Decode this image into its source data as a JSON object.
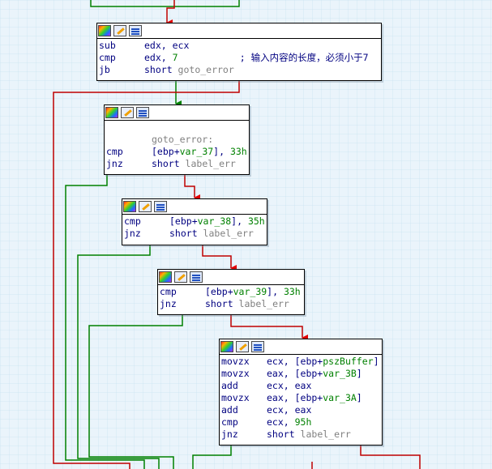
{
  "colors": {
    "true_edge": "#c00000",
    "false_edge": "#008000",
    "text": "#000080",
    "number": "#008000",
    "label_ref": "#808080"
  },
  "icons": [
    "color-icon",
    "edit-icon",
    "graph-icon"
  ],
  "blocks": [
    {
      "id": "b1",
      "lines": [
        {
          "mn": "sub",
          "ops": [
            {
              "t": "edx, ecx",
              "c": "ops"
            }
          ]
        },
        {
          "mn": "cmp",
          "ops": [
            {
              "t": "edx, ",
              "c": "ops"
            },
            {
              "t": "7",
              "c": "num"
            },
            {
              "t": "           ; 输入内容的长度，必须小于7",
              "c": "cmt"
            }
          ]
        },
        {
          "mn": "jb",
          "ops": [
            {
              "t": "short ",
              "c": "ops"
            },
            {
              "t": "goto_error",
              "c": "lbl"
            }
          ]
        }
      ]
    },
    {
      "id": "b2",
      "lines": [
        {
          "mn": "",
          "ops": [
            {
              "t": "",
              "c": "ops"
            }
          ]
        },
        {
          "mn": "",
          "ops": [
            {
              "t": "goto_error:",
              "c": "loc"
            }
          ]
        },
        {
          "mn": "cmp",
          "ops": [
            {
              "t": "[ebp+",
              "c": "ops"
            },
            {
              "t": "var_37",
              "c": "var"
            },
            {
              "t": "], ",
              "c": "ops"
            },
            {
              "t": "33h",
              "c": "num"
            }
          ]
        },
        {
          "mn": "jnz",
          "ops": [
            {
              "t": "short ",
              "c": "ops"
            },
            {
              "t": "label_err",
              "c": "lbl"
            }
          ]
        }
      ]
    },
    {
      "id": "b3",
      "lines": [
        {
          "mn": "cmp",
          "ops": [
            {
              "t": "[ebp+",
              "c": "ops"
            },
            {
              "t": "var_38",
              "c": "var"
            },
            {
              "t": "], ",
              "c": "ops"
            },
            {
              "t": "35h",
              "c": "num"
            }
          ]
        },
        {
          "mn": "jnz",
          "ops": [
            {
              "t": "short ",
              "c": "ops"
            },
            {
              "t": "label_err",
              "c": "lbl"
            }
          ]
        }
      ]
    },
    {
      "id": "b4",
      "lines": [
        {
          "mn": "cmp",
          "ops": [
            {
              "t": "[ebp+",
              "c": "ops"
            },
            {
              "t": "var_39",
              "c": "var"
            },
            {
              "t": "], ",
              "c": "ops"
            },
            {
              "t": "33h",
              "c": "num"
            }
          ]
        },
        {
          "mn": "jnz",
          "ops": [
            {
              "t": "short ",
              "c": "ops"
            },
            {
              "t": "label_err",
              "c": "lbl"
            }
          ]
        }
      ]
    },
    {
      "id": "b5",
      "lines": [
        {
          "mn": "movzx",
          "ops": [
            {
              "t": "ecx, [ebp+",
              "c": "ops"
            },
            {
              "t": "pszBuffer",
              "c": "var"
            },
            {
              "t": "]",
              "c": "ops"
            }
          ]
        },
        {
          "mn": "movzx",
          "ops": [
            {
              "t": "eax, [ebp+",
              "c": "ops"
            },
            {
              "t": "var_3B",
              "c": "var"
            },
            {
              "t": "]",
              "c": "ops"
            }
          ]
        },
        {
          "mn": "add",
          "ops": [
            {
              "t": "ecx, eax",
              "c": "ops"
            }
          ]
        },
        {
          "mn": "movzx",
          "ops": [
            {
              "t": "eax, [ebp+",
              "c": "ops"
            },
            {
              "t": "var_3A",
              "c": "var"
            },
            {
              "t": "]",
              "c": "ops"
            }
          ]
        },
        {
          "mn": "add",
          "ops": [
            {
              "t": "ecx, eax",
              "c": "ops"
            }
          ]
        },
        {
          "mn": "cmp",
          "ops": [
            {
              "t": "ecx, ",
              "c": "ops"
            },
            {
              "t": "95h",
              "c": "num"
            }
          ]
        },
        {
          "mn": "jnz",
          "ops": [
            {
              "t": "short ",
              "c": "ops"
            },
            {
              "t": "label_err",
              "c": "lbl"
            }
          ]
        }
      ]
    }
  ]
}
